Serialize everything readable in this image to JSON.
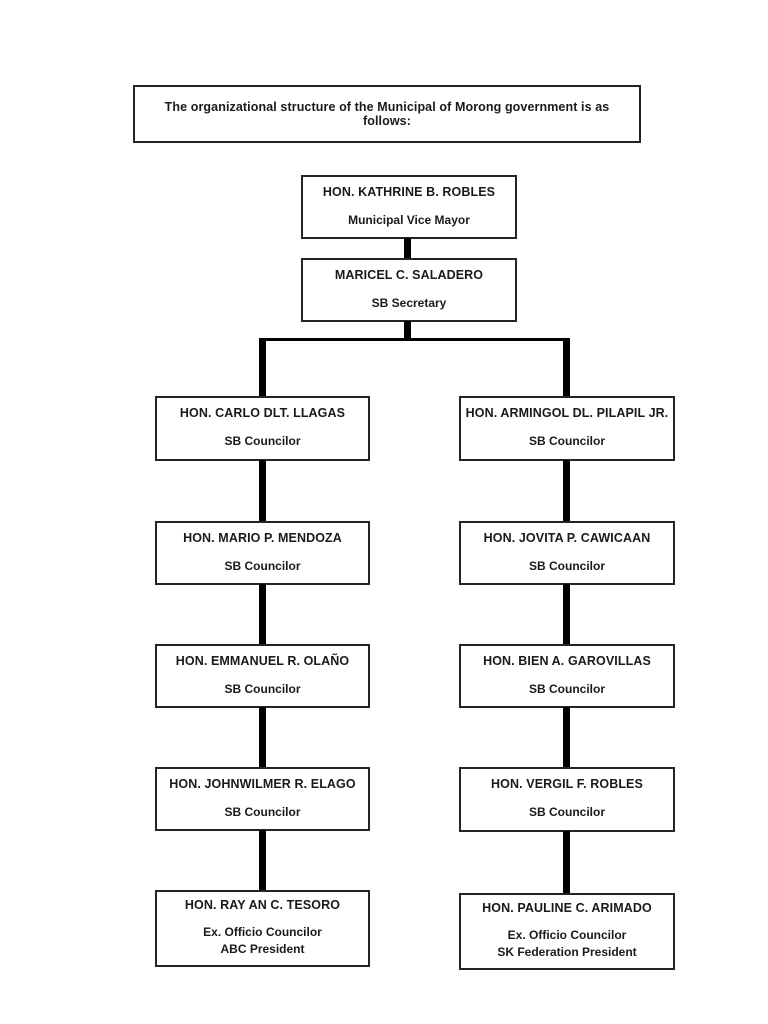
{
  "page": {
    "background": "#ffffff",
    "box_border_color": "#242424",
    "connector_color": "#000000",
    "text_color": "#1a1a1a"
  },
  "header": {
    "text": "The organizational structure of the Municipal of Morong government is as follows:"
  },
  "org": {
    "vice_mayor": {
      "name": "HON. KATHRINE B. ROBLES",
      "title": "Municipal Vice Mayor"
    },
    "secretary": {
      "name": "MARICEL C. SALADERO",
      "title": "SB Secretary"
    },
    "left_column": [
      {
        "name": "HON. CARLO DLT. LLAGAS",
        "title": "SB Councilor"
      },
      {
        "name": "HON. MARIO P. MENDOZA",
        "title": "SB Councilor"
      },
      {
        "name": "HON. EMMANUEL R. OLAÑO",
        "title": "SB Councilor"
      },
      {
        "name": "HON. JOHNWILMER R. ELAGO",
        "title": "SB Councilor"
      },
      {
        "name": "HON. RAY AN C. TESORO",
        "title": "Ex. Officio Councilor",
        "subtitle": "ABC President"
      }
    ],
    "right_column": [
      {
        "name": "HON. ARMINGOL DL. PILAPIL JR.",
        "title": "SB Councilor"
      },
      {
        "name": "HON. JOVITA P. CAWICAAN",
        "title": "SB Councilor"
      },
      {
        "name": "HON. BIEN A. GAROVILLAS",
        "title": "SB Councilor"
      },
      {
        "name": "HON. VERGIL F. ROBLES",
        "title": "SB Councilor"
      },
      {
        "name": "HON. PAULINE C. ARIMADO",
        "title": "Ex. Officio Councilor",
        "subtitle": "SK Federation President"
      }
    ]
  }
}
